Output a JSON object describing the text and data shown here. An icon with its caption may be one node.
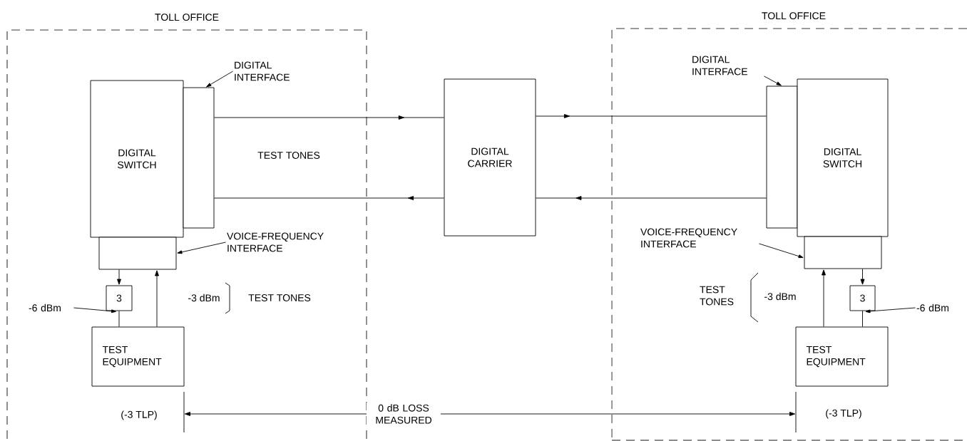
{
  "diagram": {
    "nodes": [
      {
        "text": [
          "TOLL OFFICE"
        ]
      },
      {
        "text": [
          "TOLL OFFICE"
        ]
      },
      {
        "text": [
          "DIGITAL SWITCH"
        ],
        "in": 0
      },
      {
        "text": [],
        "shape": "box",
        "in": 0
      },
      {
        "text": [],
        "shape": "box",
        "in": 0
      },
      {
        "text": [
          "3"
        ],
        "in": 0
      },
      {
        "text": [
          "TEST EQUIPMENT"
        ],
        "in": 0
      },
      {
        "text": [
          "DIGITAL CARRIER"
        ]
      },
      {
        "text": [],
        "shape": "box",
        "in": 1
      },
      {
        "text": [
          "DIGITAL SWITCH"
        ],
        "in": 1
      },
      {
        "text": [],
        "shape": "box",
        "in": 1
      },
      {
        "text": [
          "3"
        ],
        "in": 1
      },
      {
        "text": [
          "TEST EQUIPMENT"
        ],
        "in": 1
      },
      {
        "text": [
          "DIGITAL INTERFACE"
        ],
        "in": 0
      },
      {
        "text": [
          "VOICE-FREQUENCY INTERFACE"
        ],
        "in": 0
      },
      {
        "text": [
          "-6 dBm"
        ],
        "in": 0
      },
      {
        "text": [
          "DIGITAL INTERFACE"
        ],
        "in": 1
      },
      {
        "text": [
          "VOICE-FREQUENCY INTERFACE"
        ],
        "in": 1
      },
      {
        "text": [
          "-6 dBm"
        ],
        "in": 1
      }
    ],
    "edges": [
      {
        "from": 3,
        "to": 7,
        "arrow": "to"
      },
      {
        "from": 7,
        "to": 8,
        "arrow": "to"
      },
      {
        "from": 7,
        "to": 3,
        "arrow": "to"
      },
      {
        "from": 8,
        "to": 7,
        "arrow": "to"
      },
      {
        "from": 4,
        "to": 5,
        "arrow": "to"
      },
      {
        "from": 5,
        "to": 6,
        "arrow": "none"
      },
      {
        "from": 6,
        "to": 4,
        "arrow": "to"
      },
      {
        "from": 12,
        "to": 10,
        "arrow": "to"
      },
      {
        "from": 10,
        "to": 11,
        "arrow": "to"
      },
      {
        "from": 11,
        "to": 12,
        "arrow": "none"
      },
      {
        "from": 13,
        "to": 3,
        "arrow": "to"
      },
      {
        "from": 14,
        "to": 4,
        "arrow": "to"
      },
      {
        "from": 15,
        "to": 5,
        "arrow": "to"
      },
      {
        "from": 16,
        "to": 8,
        "arrow": "to"
      },
      {
        "from": 17,
        "to": 10,
        "arrow": "to"
      },
      {
        "from": 18,
        "to": 11,
        "arrow": "to"
      }
    ],
    "labels": [
      "TEST TONES",
      "-3 dBm",
      "TEST TONES",
      "TEST TONES",
      "-3 dBm",
      "(-3 TLP)",
      "0 dB LOSS MEASURED",
      "(-3 TLP)"
    ]
  }
}
